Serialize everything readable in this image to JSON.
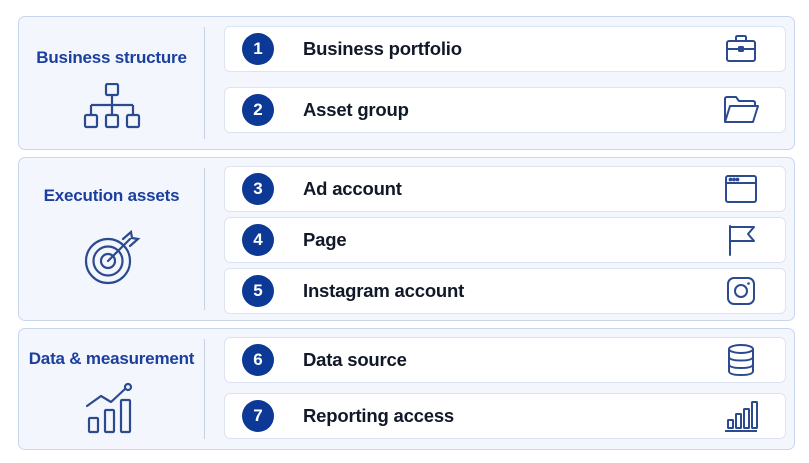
{
  "groups": [
    {
      "title": "Business structure",
      "icon": "org-chart-icon",
      "items": [
        {
          "num": "1",
          "label": "Business portfolio",
          "icon": "briefcase-icon"
        },
        {
          "num": "2",
          "label": "Asset group",
          "icon": "folder-icon"
        }
      ]
    },
    {
      "title": "Execution assets",
      "icon": "target-icon",
      "items": [
        {
          "num": "3",
          "label": "Ad account",
          "icon": "browser-window-icon"
        },
        {
          "num": "4",
          "label": "Page",
          "icon": "flag-icon"
        },
        {
          "num": "5",
          "label": "Instagram account",
          "icon": "instagram-icon"
        }
      ]
    },
    {
      "title": "Data & measurement",
      "icon": "growth-chart-icon",
      "items": [
        {
          "num": "6",
          "label": "Data source",
          "icon": "database-icon"
        },
        {
          "num": "7",
          "label": "Reporting access",
          "icon": "bar-chart-icon"
        }
      ]
    }
  ],
  "colors": {
    "accent": "#0c3896",
    "title": "#1a3f9e",
    "icon_stroke": "#2b4a8f",
    "group_bg": "#f3f6fc",
    "group_border": "#c9d7ee"
  }
}
